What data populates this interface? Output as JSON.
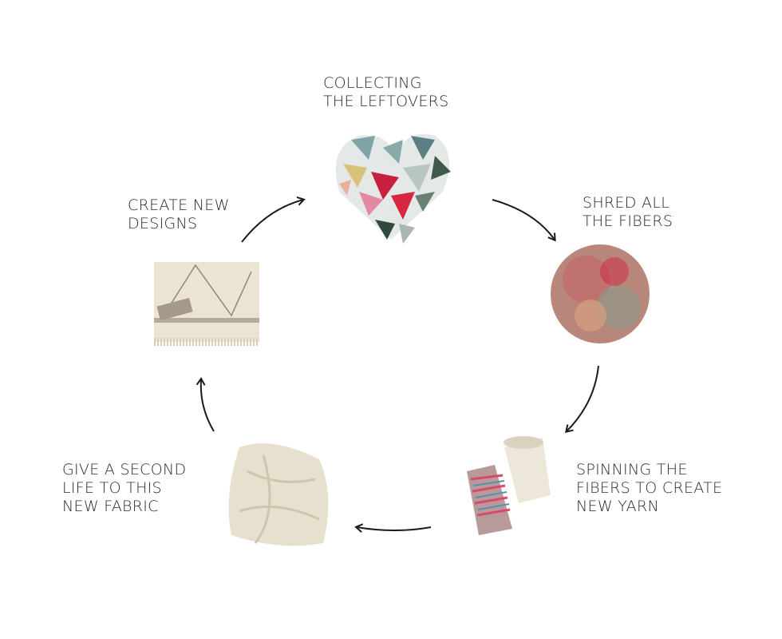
{
  "steps": [
    {
      "lines": [
        "COLLECTING",
        "THE LEFTOVERS"
      ]
    },
    {
      "lines": [
        "SHRED ALL",
        "THE FIBERS"
      ]
    },
    {
      "lines": [
        "SPINNING THE",
        "FIBERS TO CREATE",
        "NEW YARN"
      ]
    },
    {
      "lines": [
        "GIVE A SECOND",
        "LIFE TO THIS",
        "NEW FABRIC"
      ]
    },
    {
      "lines": [
        "CREATE NEW",
        "DESIGNS"
      ]
    }
  ],
  "colors": {
    "text": "#2a2a2a",
    "arrow": "#1a1a1a",
    "fabric": "#e8e0cf",
    "red": "#c8213f",
    "teal": "#7fa3a8"
  }
}
